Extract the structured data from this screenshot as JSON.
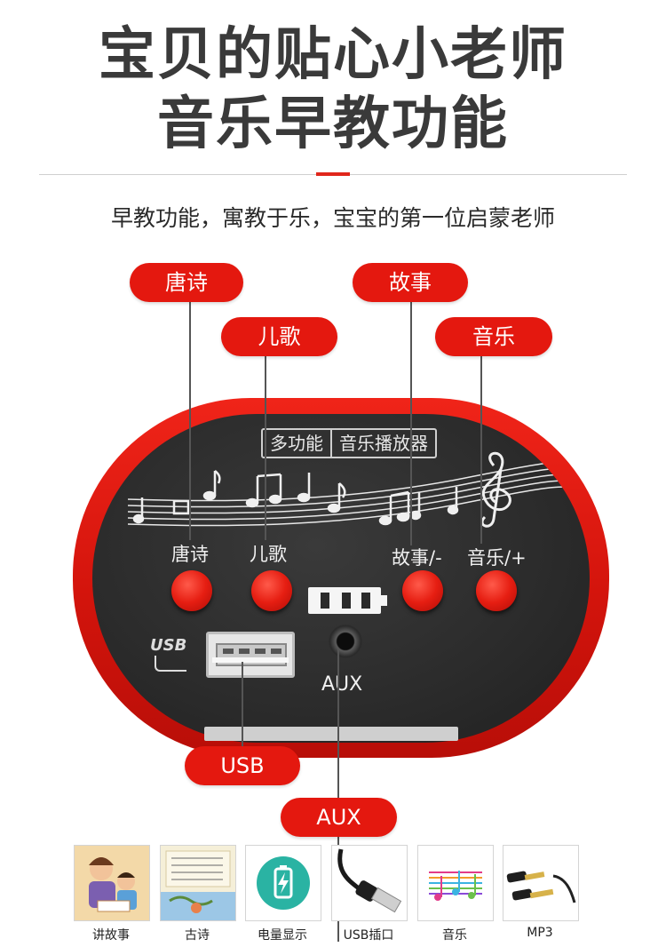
{
  "headline": {
    "line1": "宝贝的贴心小老师",
    "line2": "音乐早教功能"
  },
  "subtitle": "早教功能，寓教于乐，宝宝的第一位启蒙老师",
  "callouts": {
    "tang_poems": "唐诗",
    "stories": "故事",
    "nursery": "儿歌",
    "music": "音乐",
    "usb": "USB",
    "aux": "AUX"
  },
  "device": {
    "brand_left": "多功能",
    "brand_right": "音乐播放器",
    "labels": {
      "tang_poems": "唐诗",
      "nursery": "儿歌",
      "story_minus": "故事/-",
      "music_plus": "音乐/+"
    },
    "usb_logo": "USB",
    "aux_label": "AUX"
  },
  "features": [
    {
      "icon": "storytelling-icon",
      "label": "讲故事"
    },
    {
      "icon": "ancient-poem-icon",
      "label": "古诗"
    },
    {
      "icon": "battery-charge-icon",
      "label": "电量显示"
    },
    {
      "icon": "usb-cable-icon",
      "label": "USB插口"
    },
    {
      "icon": "music-notes-icon",
      "label": "音乐"
    },
    {
      "icon": "audio-jack-icon",
      "label": "MP3"
    }
  ],
  "colors": {
    "accent": "#e4180f",
    "device_body": "#d3140c",
    "panel": "#2b2b2b",
    "headline": "#3a3a3a",
    "charge_teal": "#2ab3a3"
  }
}
